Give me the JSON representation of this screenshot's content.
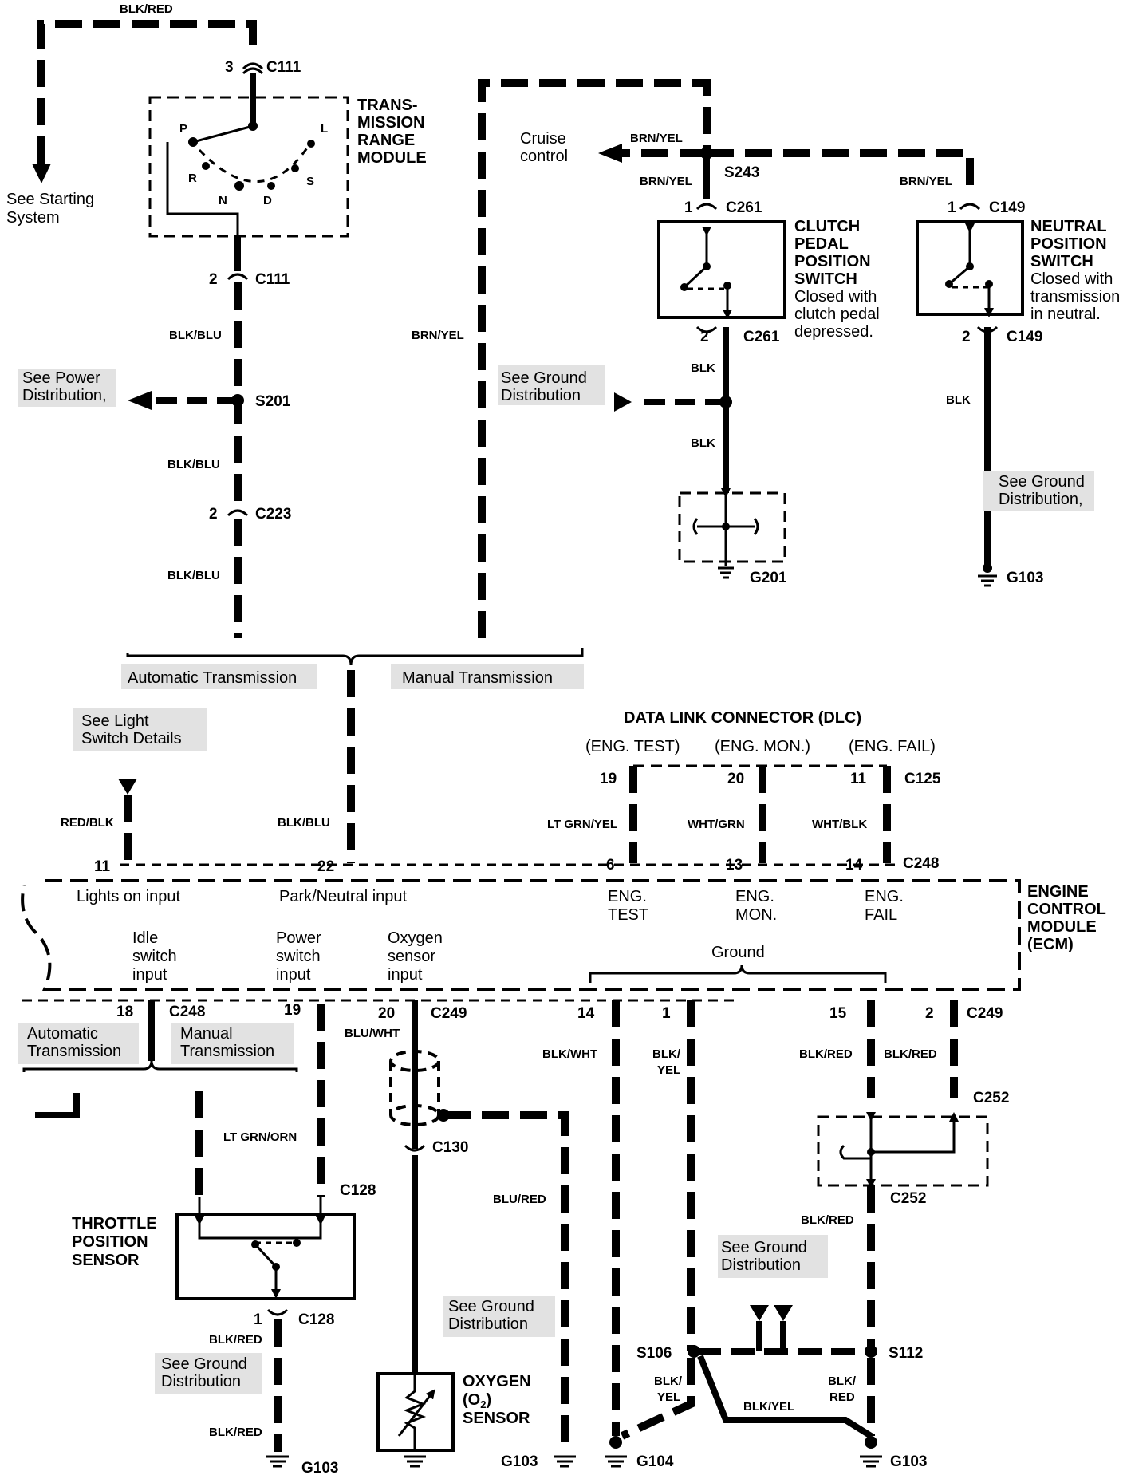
{
  "wires": {
    "blk_red": "BLK/RED",
    "blk_blu": "BLK/BLU",
    "brn_yel": "BRN/YEL",
    "blk": "BLK",
    "red_blk": "RED/BLK",
    "lt_grn_yel": "LT GRN/YEL",
    "wht_grn": "WHT/GRN",
    "wht_blk": "WHT/BLK",
    "blu_wht": "BLU/WHT",
    "lt_grn_orn": "LT GRN/ORN",
    "blu_red": "BLU/RED",
    "blk_wht": "BLK/WHT",
    "blk_yel_split": [
      "BLK/",
      "YEL"
    ],
    "blk_red_split": [
      "BLK/",
      "RED"
    ],
    "blk_yel": "BLK/YEL"
  },
  "connectors": {
    "c111": "C111",
    "c223": "C223",
    "c261": "C261",
    "c149": "C149",
    "c125": "C125",
    "c248": "C248",
    "c249": "C249",
    "c130": "C130",
    "c128": "C128",
    "c252": "C252"
  },
  "splices": {
    "s201": "S201",
    "s243": "S243",
    "s106": "S106",
    "s112": "S112"
  },
  "grounds": {
    "g201": "G201",
    "g103": "G103",
    "g104": "G104"
  },
  "pins": {
    "p3": "3",
    "p2": "2",
    "p1": "1",
    "p19": "19",
    "p20": "20",
    "p11": "11",
    "p6": "6",
    "p13": "13",
    "p14": "14",
    "p22": "22",
    "p18": "18",
    "p15": "15"
  },
  "components": {
    "trans_range": [
      "TRANS-",
      "MISSION",
      "RANGE",
      "MODULE"
    ],
    "trans_positions": [
      "P",
      "R",
      "N",
      "D",
      "S",
      "L"
    ],
    "clutch_title": [
      "CLUTCH",
      "PEDAL",
      "POSITION",
      "SWITCH"
    ],
    "clutch_note": [
      "Closed with",
      "clutch pedal",
      "depressed."
    ],
    "neutral_title": [
      "NEUTRAL",
      "POSITION",
      "SWITCH"
    ],
    "neutral_note": [
      "Closed with",
      "transmission",
      "in neutral."
    ],
    "dlc_title": "DATA LINK CONNECTOR (DLC)",
    "dlc_eng_test": "(ENG. TEST)",
    "dlc_eng_mon": "(ENG. MON.)",
    "dlc_eng_fail": "(ENG. FAIL)",
    "ecm_title": [
      "ENGINE",
      "CONTROL",
      "MODULE",
      "(ECM)"
    ],
    "tps_title": [
      "THROTTLE",
      "POSITION",
      "SENSOR"
    ],
    "o2_title": [
      "OXYGEN",
      "(O",
      "2",
      ")",
      "SENSOR"
    ]
  },
  "ecm_inputs": {
    "lights_on": "Lights on input",
    "park_neutral": "Park/Neutral input",
    "eng_test": [
      "ENG.",
      "TEST"
    ],
    "eng_mon": [
      "ENG.",
      "MON."
    ],
    "eng_fail": [
      "ENG.",
      "FAIL"
    ],
    "idle": [
      "Idle",
      "switch",
      "input"
    ],
    "power": [
      "Power",
      "switch",
      "input"
    ],
    "oxygen": [
      "Oxygen",
      "sensor",
      "input"
    ],
    "ground": "Ground"
  },
  "refs": {
    "starting": [
      "See Starting",
      "System"
    ],
    "power_dist": [
      "See Power",
      "Distribution,"
    ],
    "ground_dist": [
      "See Ground",
      "Distribution"
    ],
    "ground_dist_comma": [
      "See Ground",
      "Distribution,"
    ],
    "light_switch": [
      "See Light",
      "Switch Details"
    ],
    "cruise": [
      "Cruise",
      "control"
    ],
    "auto_trans": "Automatic Transmission",
    "manual_trans": "Manual Transmission",
    "auto_trans_split": [
      "Automatic",
      "Transmission"
    ],
    "manual_trans_split": [
      "Manual",
      "Transmission"
    ]
  }
}
